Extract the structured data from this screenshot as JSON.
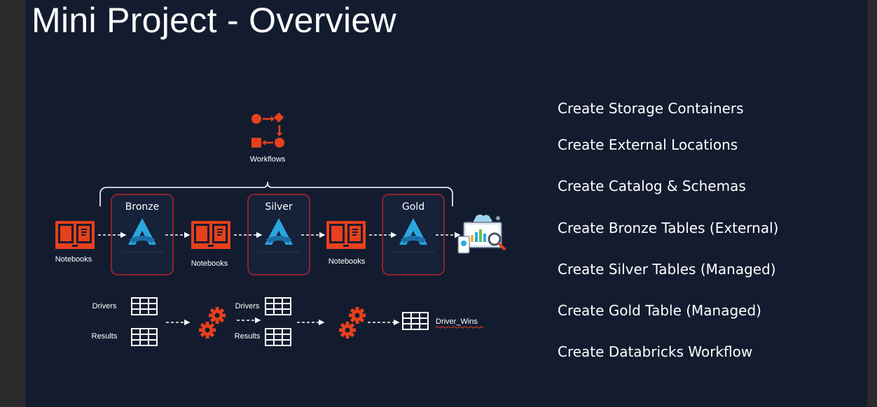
{
  "slide": {
    "title": "Mini Project - Overview"
  },
  "diagram": {
    "workflows_label": "Workflows",
    "stages": [
      {
        "label": "Bronze"
      },
      {
        "label": "Silver"
      },
      {
        "label": "Gold"
      }
    ],
    "notebooks_labels": [
      "Notebooks",
      "Notebooks",
      "Notebooks"
    ],
    "tables": {
      "drivers_1": "Drivers",
      "results_1": "Results",
      "drivers_2": "Drivers",
      "results_2": "Results",
      "driver_wins": "Driver_Wins"
    },
    "colors": {
      "accent_red": "#e8401c",
      "stage_border": "#b5232c",
      "stage_fill": "#16213a",
      "databricks_blue": "#2aa7df"
    }
  },
  "steps": [
    "Create Storage Containers",
    "Create External Locations",
    "Create Catalog & Schemas",
    "Create Bronze Tables (External)",
    "Create Silver Tables (Managed)",
    "Create Gold Table (Managed)",
    "Create Databricks Workflow"
  ]
}
